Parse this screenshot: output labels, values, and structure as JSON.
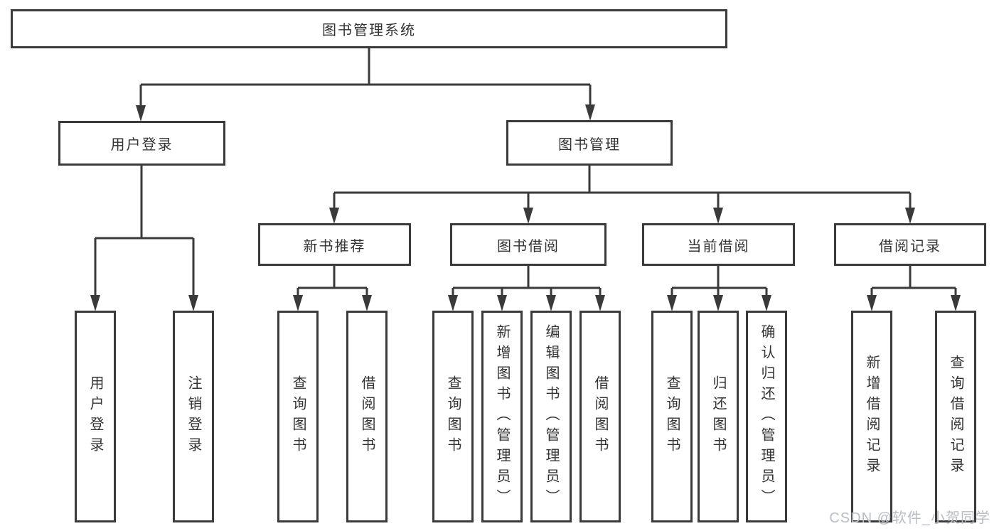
{
  "diagram": {
    "root": {
      "label": "图书管理系统",
      "children": [
        {
          "label": "用户登录",
          "children": [
            {
              "label": "用户登录"
            },
            {
              "label": "注销登录"
            }
          ]
        },
        {
          "label": "图书管理",
          "children": [
            {
              "label": "新书推荐",
              "children": [
                {
                  "label": "查询图书"
                },
                {
                  "label": "借阅图书"
                }
              ]
            },
            {
              "label": "图书借阅",
              "children": [
                {
                  "label": "查询图书"
                },
                {
                  "label": "新增图书（管理员）"
                },
                {
                  "label": "编辑图书（管理员）"
                },
                {
                  "label": "借阅图书"
                }
              ]
            },
            {
              "label": "当前借阅",
              "children": [
                {
                  "label": "查询图书"
                },
                {
                  "label": "归还图书"
                },
                {
                  "label": "确认归还（管理员）"
                }
              ]
            },
            {
              "label": "借阅记录",
              "children": [
                {
                  "label": "新增借阅记录"
                },
                {
                  "label": "查询借阅记录"
                }
              ]
            }
          ]
        }
      ]
    },
    "colors": {
      "line": "#3a3a3a",
      "text": "#333333",
      "box_background": "#ffffff",
      "watermark": "#b9bcc4"
    }
  },
  "watermark": {
    "text": "CSDN @软件_小贺同学"
  }
}
